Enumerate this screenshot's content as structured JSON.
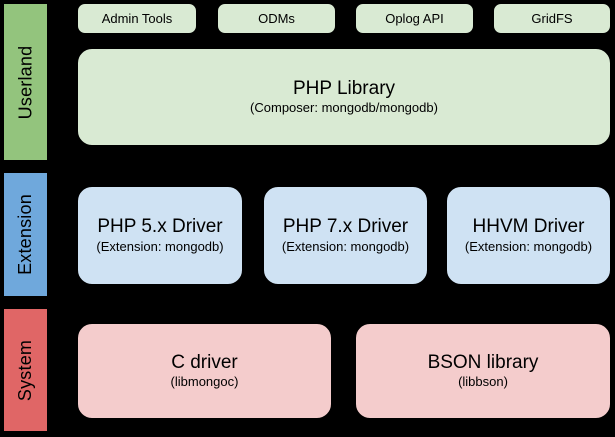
{
  "colors": {
    "background": "#000000",
    "text": "#000000",
    "border": "#000000",
    "userland_bar": "#93c47d",
    "userland_box_fill": "#d9ead3",
    "extension_bar": "#6fa8dc",
    "extension_box_fill": "#cfe2f3",
    "system_bar": "#e06666",
    "system_box_fill": "#f4cccc"
  },
  "layers": [
    {
      "label": "Userland",
      "top_boxes": [
        {
          "label": "Admin Tools"
        },
        {
          "label": "ODMs"
        },
        {
          "label": "Oplog API"
        },
        {
          "label": "GridFS"
        }
      ],
      "main_box": {
        "title": "PHP Library",
        "subtitle": "(Composer: mongodb/mongodb)"
      }
    },
    {
      "label": "Extension",
      "boxes": [
        {
          "title": "PHP 5.x Driver",
          "subtitle": "(Extension: mongodb)"
        },
        {
          "title": "PHP 7.x Driver",
          "subtitle": "(Extension: mongodb)"
        },
        {
          "title": "HHVM Driver",
          "subtitle": "(Extension: mongodb)"
        }
      ]
    },
    {
      "label": "System",
      "boxes": [
        {
          "title": "C driver",
          "subtitle": "(libmongoc)"
        },
        {
          "title": "BSON library",
          "subtitle": "(libbson)"
        }
      ]
    }
  ]
}
